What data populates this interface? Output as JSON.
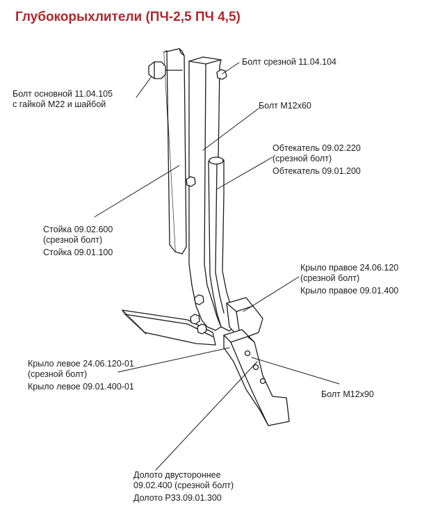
{
  "title": "Глубокорыхлители (ПЧ-2,5 ПЧ 4,5)",
  "colors": {
    "title": "#b0272d",
    "line": "#1a1a1a",
    "fill": "#ffffff",
    "part_fill": "#ffffff"
  },
  "labels": {
    "bolt_shear": "Болт срезной 11.04.104",
    "bolt_main_1": "Болт основной 11.04.105",
    "bolt_main_2": "с гайкой М22 и шайбой",
    "bolt_m12x60": "Болт М12х60",
    "fairing_1": "Обтекатель 09.02.220",
    "fairing_2": "(срезной болт)",
    "fairing_3": "Обтекатель 09.01.200",
    "stand_1": "Стойка 09.02.600",
    "stand_2": "(срезной болт)",
    "stand_3": "Стойка 09.01.100",
    "wing_right_1": "Крыло правое 24.06.120",
    "wing_right_2": "(срезной болт)",
    "wing_right_3": "Крыло правое 09.01.400",
    "wing_left_1": "Крыло левое 24.06.120-01",
    "wing_left_2": "(срезной болт)",
    "wing_left_3": "Крыло левое 09.01.400-01",
    "bolt_m12x90": "Болт М12х90",
    "chisel_1": "Долото двустороннее",
    "chisel_2": "09.02.400 (срезной болт)",
    "chisel_3": "Долото Р33.09.01.300"
  }
}
